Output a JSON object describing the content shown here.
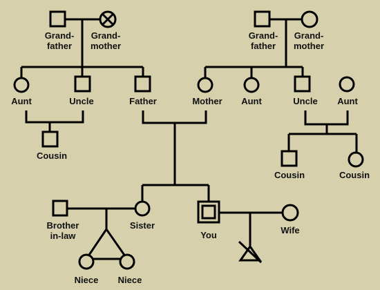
{
  "colors": {
    "background": "#d6d0ad",
    "line": "#000000",
    "fill": "#d6d0ad"
  },
  "people": {
    "pat_grandfather": {
      "label": "Grand-\nfather",
      "shape": "square"
    },
    "pat_grandmother": {
      "label": "Grand-\nmother",
      "shape": "circle-crossed",
      "status": "deceased"
    },
    "mat_grandfather": {
      "label": "Grand-\nfather",
      "shape": "square"
    },
    "mat_grandmother": {
      "label": "Grand-\nmother",
      "shape": "circle"
    },
    "pat_aunt": {
      "label": "Aunt",
      "shape": "circle"
    },
    "pat_uncle": {
      "label": "Uncle",
      "shape": "square"
    },
    "father": {
      "label": "Father",
      "shape": "square"
    },
    "mother": {
      "label": "Mother",
      "shape": "circle"
    },
    "mat_aunt": {
      "label": "Aunt",
      "shape": "circle"
    },
    "mat_uncle": {
      "label": "Uncle",
      "shape": "square"
    },
    "mat_uncle_wife": {
      "label": "Aunt",
      "shape": "circle"
    },
    "pat_cousin": {
      "label": "Cousin",
      "shape": "square"
    },
    "mat_cousin_1": {
      "label": "Cousin",
      "shape": "square"
    },
    "mat_cousin_2": {
      "label": "Cousin",
      "shape": "circle"
    },
    "brother_in_law": {
      "label": "Brother\nin-law",
      "shape": "square"
    },
    "sister": {
      "label": "Sister",
      "shape": "circle"
    },
    "you": {
      "label": "You",
      "shape": "double-square",
      "status": "index-person"
    },
    "wife": {
      "label": "Wife",
      "shape": "circle"
    },
    "niece_1": {
      "label": "Niece",
      "shape": "circle"
    },
    "niece_2": {
      "label": "Niece",
      "shape": "circle"
    },
    "pregnancy_loss": {
      "label": "",
      "shape": "crossed-triangle",
      "status": "loss"
    }
  },
  "relations": [
    {
      "type": "couple",
      "members": [
        "pat_grandfather",
        "pat_grandmother"
      ]
    },
    {
      "type": "children",
      "parents": [
        "pat_grandfather",
        "pat_grandmother"
      ],
      "children": [
        "pat_aunt",
        "pat_uncle",
        "father"
      ]
    },
    {
      "type": "couple",
      "members": [
        "mat_grandfather",
        "mat_grandmother"
      ]
    },
    {
      "type": "children",
      "parents": [
        "mat_grandfather",
        "mat_grandmother"
      ],
      "children": [
        "mother",
        "mat_aunt",
        "mat_uncle"
      ]
    },
    {
      "type": "children",
      "parents": [
        "pat_aunt",
        "pat_uncle"
      ],
      "children": [
        "pat_cousin"
      ]
    },
    {
      "type": "couple",
      "members": [
        "mat_uncle",
        "mat_uncle_wife"
      ]
    },
    {
      "type": "children",
      "parents": [
        "mat_uncle",
        "mat_uncle_wife"
      ],
      "children": [
        "mat_cousin_1",
        "mat_cousin_2"
      ]
    },
    {
      "type": "children",
      "parents": [
        "father",
        "mother"
      ],
      "children": [
        "sister",
        "you"
      ]
    },
    {
      "type": "couple",
      "members": [
        "brother_in_law",
        "sister"
      ]
    },
    {
      "type": "twins",
      "parents": [
        "brother_in_law",
        "sister"
      ],
      "children": [
        "niece_1",
        "niece_2"
      ]
    },
    {
      "type": "couple",
      "members": [
        "you",
        "wife"
      ]
    },
    {
      "type": "children",
      "parents": [
        "you",
        "wife"
      ],
      "children": [
        "pregnancy_loss"
      ]
    }
  ]
}
